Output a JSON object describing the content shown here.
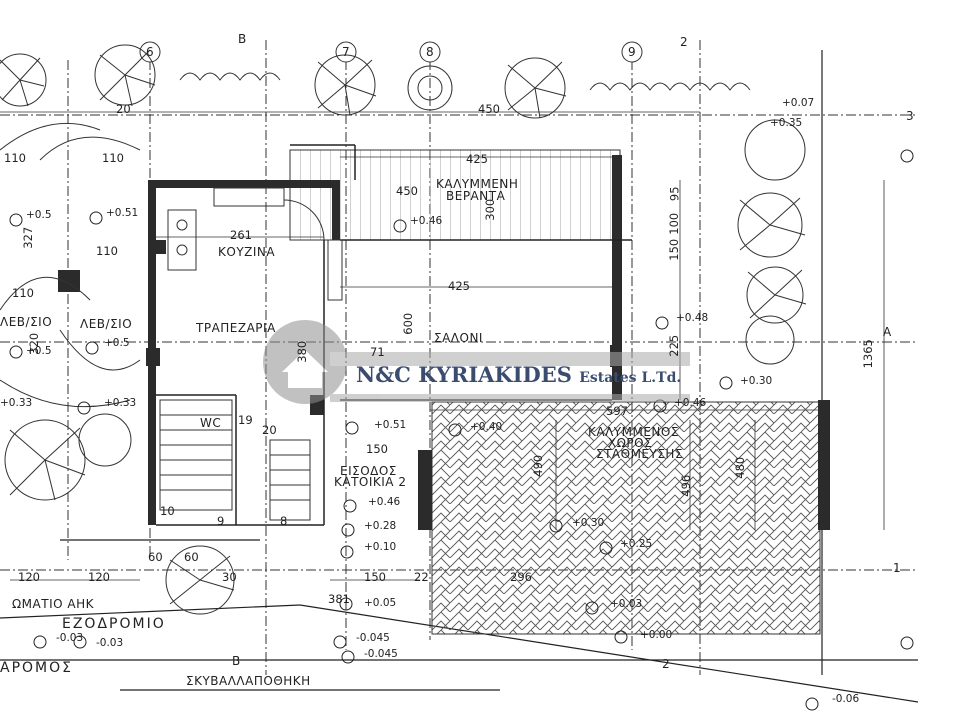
{
  "grid_labels": {
    "top_b": "B",
    "top_6": "6",
    "top_7": "7",
    "top_8": "8",
    "top_9": "9",
    "top_2": "2",
    "right_3": "3",
    "right_a": "A",
    "right_1": "1",
    "bottom_b": "B",
    "bottom_2": "2"
  },
  "rooms": {
    "covered_veranda_l1": "ΚΑΛΥΜΜΕΝΗ",
    "covered_veranda_l2": "ΒΕΡΑΝΤΑ",
    "kitchen": "ΚΟΥΖΙΝΑ",
    "dining": "ΤΡΑΠΕΖΑΡΙΑ",
    "living": "ΣΑΛΟΝΙ",
    "wc": "WC",
    "entrance_l1": "ΕΙΣΟΔΟΣ",
    "entrance_l2": "ΚΑΤΟΙΚΙΑ 2",
    "parking_l1": "ΚΑΛΥΜΜΕΝΟΣ",
    "parking_l2": "ΧΩΡΟΣ",
    "parking_l3": "ΣΤΑΘΜΕΥΣΗΣ",
    "left_room_l1": "ΛΕΒ/ΣΙΟ",
    "left_room_l2": "ΛΕΒ/ΣΙΟ",
    "sidewalk": "ΕΖΟΔΡΟΜΙΟ",
    "road": "ΑΡΟΜΟΣ",
    "bin_store": "ΣΚΥΒΑΛΛΑΠΟΘΗΚΗ",
    "left_bottom": "ΩΜΑΤΙΟ ΑΗΚ"
  },
  "dimensions": {
    "d450_top": "450",
    "d425_top": "425",
    "d450_mid": "450",
    "d261": "261",
    "d425_living": "425",
    "d600": "600",
    "d71": "71",
    "d110_a": "110",
    "d110_b": "110",
    "d110_c": "110",
    "d110_d": "110",
    "d120_a": "20",
    "d150_a": "150",
    "d597": "597",
    "d490": "490",
    "d496": "496",
    "d480": "480",
    "d120_b": "120",
    "d120_c": "120",
    "d60_a": "60",
    "d60_b": "60",
    "d150_b": "150",
    "d296": "296",
    "d381": "381",
    "d1365": "1365",
    "d95": "95",
    "d100": "100",
    "d150_v": "150",
    "d300": "300",
    "d225": "225",
    "d19": "19",
    "d37": "327",
    "d320": "320",
    "d380": "380",
    "d10": "10",
    "d9": "9",
    "d8": "8",
    "d22": "22",
    "d50": "30",
    "d20": "20"
  },
  "levels": {
    "l1": "+0.5",
    "l2": "+0.51",
    "l3": "+0.46",
    "l4": "+0.5",
    "l5": "+0.5",
    "l6": "+0.33",
    "l7": "+0.33",
    "l8": "+0.51",
    "l9": "+0.40",
    "l10": "+0.46",
    "l11": "+0.28",
    "l12": "+0.10",
    "l13": "+0.05",
    "l14": "-0.045",
    "l15": "-0.045",
    "l16": "-0.03",
    "l17": "-0.03",
    "l18": "+0.30",
    "l19": "+0.25",
    "l20": "+0.03",
    "l21": "+0.00",
    "l22": "+0.30",
    "l23": "+0.46",
    "l24": "+0.48",
    "l25": "-0.06",
    "l26": "+0.35",
    "l27": "+0.07"
  },
  "logo": {
    "brand": "N&C",
    "name": "KYRIAKIDES",
    "tail": "Estates L.Td."
  },
  "colors": {
    "ink": "#222222",
    "logo_blue": "#3a4d70",
    "logo_grey": "#8f8f8f"
  }
}
